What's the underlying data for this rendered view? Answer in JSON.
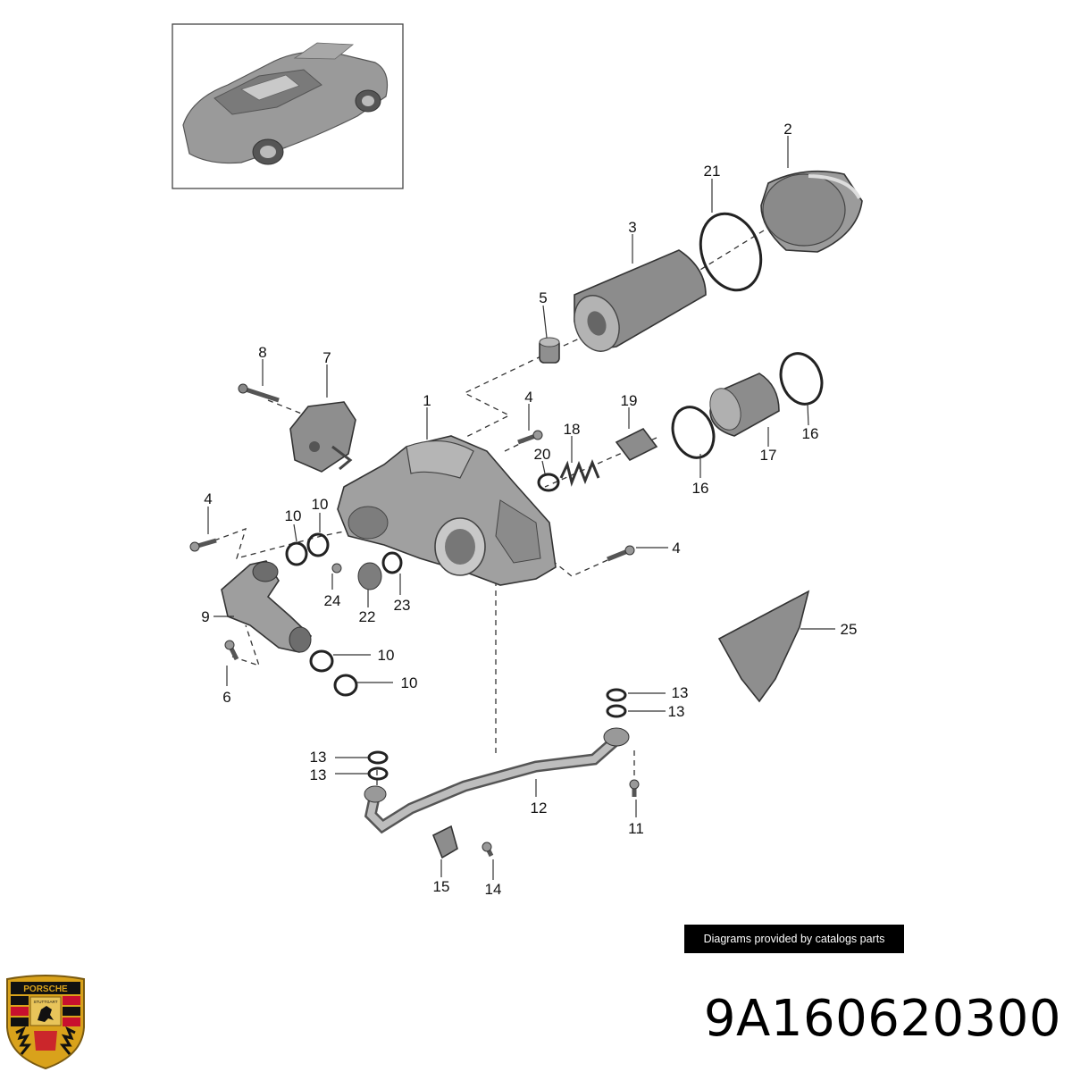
{
  "diagram": {
    "callouts": [
      {
        "id": "c-2",
        "text": "2"
      },
      {
        "id": "c-21",
        "text": "21"
      },
      {
        "id": "c-3",
        "text": "3"
      },
      {
        "id": "c-5",
        "text": "5"
      },
      {
        "id": "c-8",
        "text": "8"
      },
      {
        "id": "c-7",
        "text": "7"
      },
      {
        "id": "c-1",
        "text": "1"
      },
      {
        "id": "c-4a",
        "text": "4"
      },
      {
        "id": "c-19",
        "text": "19"
      },
      {
        "id": "c-18",
        "text": "18"
      },
      {
        "id": "c-20",
        "text": "20"
      },
      {
        "id": "c-16a",
        "text": "16"
      },
      {
        "id": "c-17",
        "text": "17"
      },
      {
        "id": "c-16b",
        "text": "16"
      },
      {
        "id": "c-4b",
        "text": "4"
      },
      {
        "id": "c-10a",
        "text": "10"
      },
      {
        "id": "c-10b",
        "text": "10"
      },
      {
        "id": "c-4c",
        "text": "4"
      },
      {
        "id": "c-24",
        "text": "24"
      },
      {
        "id": "c-22",
        "text": "22"
      },
      {
        "id": "c-23",
        "text": "23"
      },
      {
        "id": "c-9",
        "text": "9"
      },
      {
        "id": "c-10c",
        "text": "10"
      },
      {
        "id": "c-10d",
        "text": "10"
      },
      {
        "id": "c-6",
        "text": "6"
      },
      {
        "id": "c-25",
        "text": "25"
      },
      {
        "id": "c-13a",
        "text": "13"
      },
      {
        "id": "c-13b",
        "text": "13"
      },
      {
        "id": "c-13c",
        "text": "13"
      },
      {
        "id": "c-13d",
        "text": "13"
      },
      {
        "id": "c-12",
        "text": "12"
      },
      {
        "id": "c-11",
        "text": "11"
      },
      {
        "id": "c-15",
        "text": "15"
      },
      {
        "id": "c-14",
        "text": "14"
      }
    ]
  },
  "credit_banner": "Diagrams provided by catalogs parts",
  "part_number": "9A160620300",
  "brand": {
    "crest_lettering": "PORSCHE",
    "crest_sub_lettering": "STUTTGART",
    "crest_colors": {
      "gold": "#d9a21b",
      "red": "#c8102e",
      "black": "#111111"
    }
  }
}
